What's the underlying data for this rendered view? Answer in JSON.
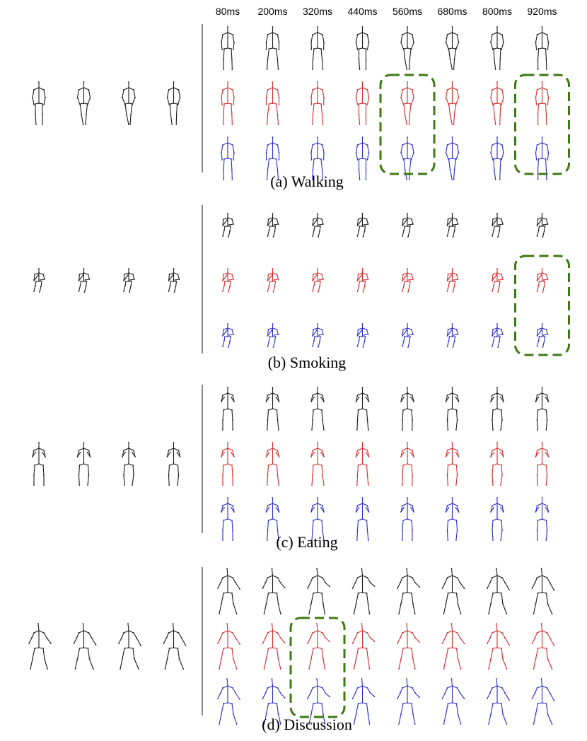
{
  "timestamps": [
    "80ms",
    "200ms",
    "320ms",
    "440ms",
    "560ms",
    "680ms",
    "800ms",
    "920ms"
  ],
  "colors": {
    "ground_truth": "#1a1a1a",
    "prediction_red": "#d42a2a",
    "prediction_blue": "#2b2bc8",
    "highlight": "#3d7a12",
    "divider": "#555555"
  },
  "row_color_keys": [
    "ground_truth",
    "prediction_red",
    "prediction_blue"
  ],
  "panels": [
    {
      "caption": "(a) Walking",
      "pose": "walking",
      "highlight_frames": [
        4,
        7
      ]
    },
    {
      "caption": "(b) Smoking",
      "pose": "smoking",
      "highlight_frames": [
        7
      ]
    },
    {
      "caption": "(c) Eating",
      "pose": "eating",
      "highlight_frames": []
    },
    {
      "caption": "(d) Discussion",
      "pose": "discussion",
      "highlight_frames": [
        2
      ]
    }
  ],
  "observed_frame_count": 4,
  "predicted_frame_count": 8
}
